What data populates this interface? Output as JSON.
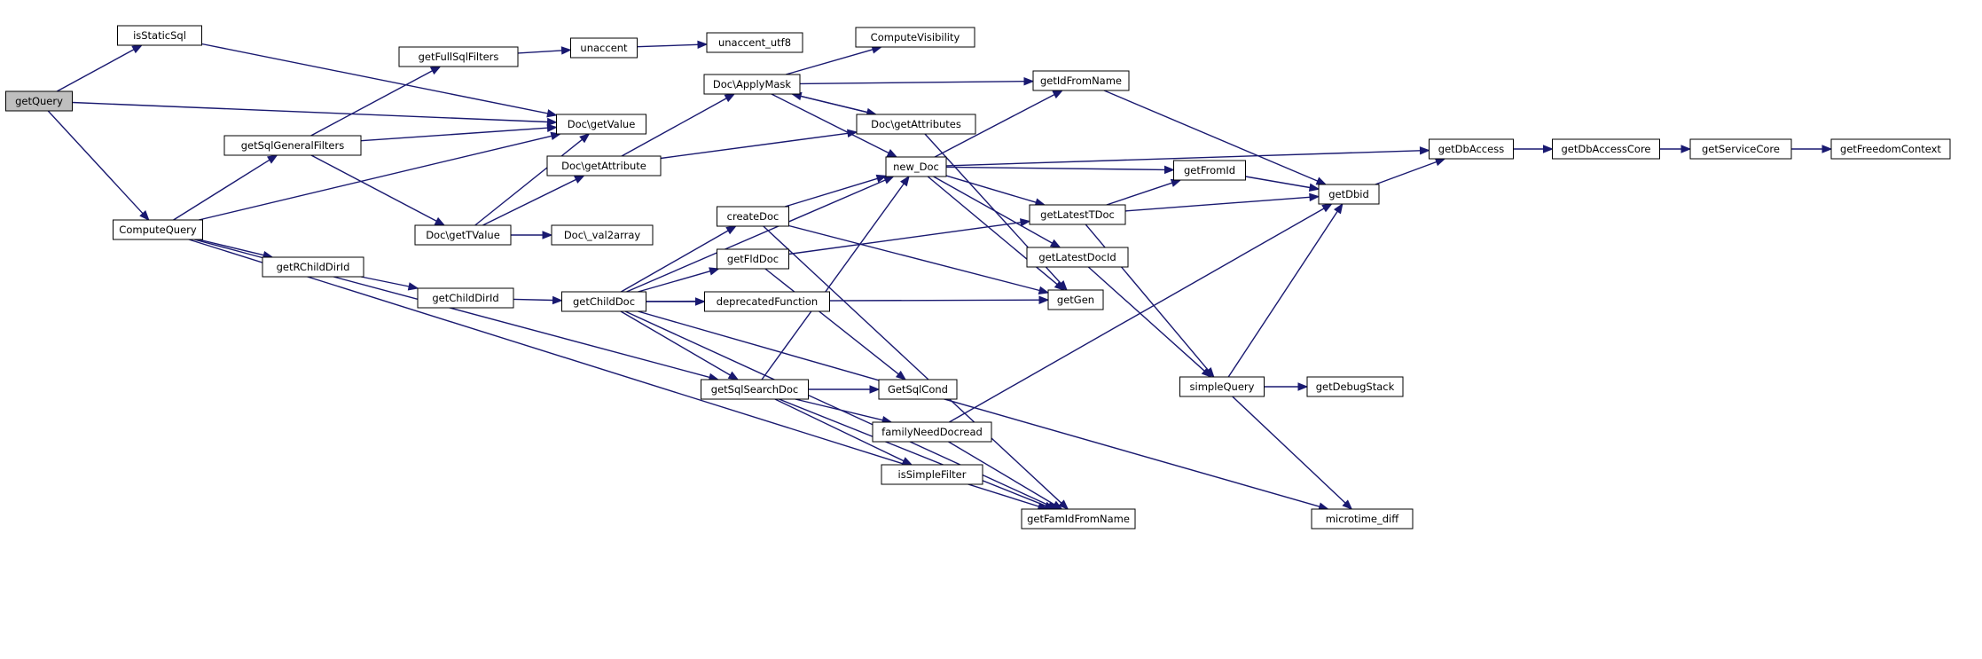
{
  "graph": {
    "root": "getQuery",
    "colors": {
      "edge": "#191970",
      "node_border": "#000000",
      "node_fill": "#ffffff",
      "root_fill": "#bfbfbf"
    },
    "nodes": [
      {
        "id": "getQuery",
        "label": "getQuery"
      },
      {
        "id": "isStaticSql",
        "label": "isStaticSql"
      },
      {
        "id": "DocgetValue",
        "label": "Doc\\getValue"
      },
      {
        "id": "ComputeQuery",
        "label": "ComputeQuery"
      },
      {
        "id": "getFullSqlFilters",
        "label": "getFullSqlFilters"
      },
      {
        "id": "unaccent",
        "label": "unaccent"
      },
      {
        "id": "unaccent_utf8",
        "label": "unaccent_utf8"
      },
      {
        "id": "getSqlGeneralFilters",
        "label": "getSqlGeneralFilters"
      },
      {
        "id": "DocgetTValue",
        "label": "Doc\\getTValue"
      },
      {
        "id": "DocgetAttribute",
        "label": "Doc\\getAttribute"
      },
      {
        "id": "Doc_val2array",
        "label": "Doc\\_val2array"
      },
      {
        "id": "getRChildDirId",
        "label": "getRChildDirId"
      },
      {
        "id": "getChildDirId",
        "label": "getChildDirId"
      },
      {
        "id": "getChildDoc",
        "label": "getChildDoc"
      },
      {
        "id": "ComputeVisibility",
        "label": "ComputeVisibility"
      },
      {
        "id": "DocApplyMask",
        "label": "Doc\\ApplyMask"
      },
      {
        "id": "DocgetAttributes",
        "label": "Doc\\getAttributes"
      },
      {
        "id": "new_Doc",
        "label": "new_Doc"
      },
      {
        "id": "createDoc",
        "label": "createDoc"
      },
      {
        "id": "getFldDoc",
        "label": "getFldDoc"
      },
      {
        "id": "deprecatedFunction",
        "label": "deprecatedFunction"
      },
      {
        "id": "getSqlSearchDoc",
        "label": "getSqlSearchDoc"
      },
      {
        "id": "GetSqlCond",
        "label": "GetSqlCond"
      },
      {
        "id": "familyNeedDocread",
        "label": "familyNeedDocread"
      },
      {
        "id": "isSimpleFilter",
        "label": "isSimpleFilter"
      },
      {
        "id": "getIdFromName",
        "label": "getIdFromName"
      },
      {
        "id": "getFromId",
        "label": "getFromId"
      },
      {
        "id": "getLatestTDoc",
        "label": "getLatestTDoc"
      },
      {
        "id": "getLatestDocId",
        "label": "getLatestDocId"
      },
      {
        "id": "getGen",
        "label": "getGen"
      },
      {
        "id": "getFamIdFromName",
        "label": "getFamIdFromName"
      },
      {
        "id": "simpleQuery",
        "label": "simpleQuery"
      },
      {
        "id": "getDebugStack",
        "label": "getDebugStack"
      },
      {
        "id": "microtime_diff",
        "label": "microtime_diff"
      },
      {
        "id": "getDbid",
        "label": "getDbid"
      },
      {
        "id": "getDbAccess",
        "label": "getDbAccess"
      },
      {
        "id": "getDbAccessCore",
        "label": "getDbAccessCore"
      },
      {
        "id": "getServiceCore",
        "label": "getServiceCore"
      },
      {
        "id": "getFreedomContext",
        "label": "getFreedomContext"
      }
    ],
    "edges": [
      [
        "getQuery",
        "isStaticSql"
      ],
      [
        "getQuery",
        "DocgetValue"
      ],
      [
        "getQuery",
        "ComputeQuery"
      ],
      [
        "isStaticSql",
        "DocgetValue"
      ],
      [
        "ComputeQuery",
        "getSqlGeneralFilters"
      ],
      [
        "ComputeQuery",
        "DocgetValue"
      ],
      [
        "ComputeQuery",
        "getRChildDirId"
      ],
      [
        "ComputeQuery",
        "getSqlSearchDoc"
      ],
      [
        "ComputeQuery",
        "getFamIdFromName"
      ],
      [
        "getSqlGeneralFilters",
        "getFullSqlFilters"
      ],
      [
        "getSqlGeneralFilters",
        "DocgetValue"
      ],
      [
        "getSqlGeneralFilters",
        "DocgetTValue"
      ],
      [
        "getFullSqlFilters",
        "unaccent"
      ],
      [
        "unaccent",
        "unaccent_utf8"
      ],
      [
        "DocgetTValue",
        "DocgetValue"
      ],
      [
        "DocgetTValue",
        "DocgetAttribute"
      ],
      [
        "DocgetTValue",
        "Doc_val2array"
      ],
      [
        "DocgetAttribute",
        "DocApplyMask"
      ],
      [
        "DocgetAttribute",
        "DocgetAttributes"
      ],
      [
        "getRChildDirId",
        "getChildDirId"
      ],
      [
        "getChildDirId",
        "getChildDoc"
      ],
      [
        "getChildDoc",
        "new_Doc"
      ],
      [
        "getChildDoc",
        "createDoc"
      ],
      [
        "getChildDoc",
        "getFldDoc"
      ],
      [
        "getChildDoc",
        "deprecatedFunction"
      ],
      [
        "getChildDoc",
        "getGen"
      ],
      [
        "getChildDoc",
        "getSqlSearchDoc"
      ],
      [
        "getChildDoc",
        "getFamIdFromName"
      ],
      [
        "getChildDoc",
        "microtime_diff"
      ],
      [
        "DocApplyMask",
        "ComputeVisibility"
      ],
      [
        "DocApplyMask",
        "getIdFromName"
      ],
      [
        "DocApplyMask",
        "DocgetAttributes"
      ],
      [
        "DocApplyMask",
        "new_Doc"
      ],
      [
        "DocgetAttributes",
        "DocApplyMask"
      ],
      [
        "DocgetAttributes",
        "getGen"
      ],
      [
        "new_Doc",
        "getIdFromName"
      ],
      [
        "new_Doc",
        "getDbAccess"
      ],
      [
        "new_Doc",
        "getFromId"
      ],
      [
        "new_Doc",
        "getLatestTDoc"
      ],
      [
        "new_Doc",
        "getLatestDocId"
      ],
      [
        "new_Doc",
        "getGen"
      ],
      [
        "createDoc",
        "new_Doc"
      ],
      [
        "createDoc",
        "getGen"
      ],
      [
        "createDoc",
        "getFamIdFromName"
      ],
      [
        "getFldDoc",
        "getLatestTDoc"
      ],
      [
        "getFldDoc",
        "GetSqlCond"
      ],
      [
        "getSqlSearchDoc",
        "new_Doc"
      ],
      [
        "getSqlSearchDoc",
        "GetSqlCond"
      ],
      [
        "getSqlSearchDoc",
        "familyNeedDocread"
      ],
      [
        "getSqlSearchDoc",
        "isSimpleFilter"
      ],
      [
        "getSqlSearchDoc",
        "getFamIdFromName"
      ],
      [
        "familyNeedDocread",
        "getDbid"
      ],
      [
        "familyNeedDocread",
        "getFamIdFromName"
      ],
      [
        "getIdFromName",
        "getDbid"
      ],
      [
        "getFromId",
        "getDbid"
      ],
      [
        "getLatestTDoc",
        "getFromId"
      ],
      [
        "getLatestTDoc",
        "getDbid"
      ],
      [
        "getLatestTDoc",
        "simpleQuery"
      ],
      [
        "getLatestDocId",
        "simpleQuery"
      ],
      [
        "simpleQuery",
        "getDbid"
      ],
      [
        "simpleQuery",
        "getDebugStack"
      ],
      [
        "simpleQuery",
        "microtime_diff"
      ],
      [
        "getDbid",
        "getDbAccess"
      ],
      [
        "getDbAccess",
        "getDbAccessCore"
      ],
      [
        "getDbAccessCore",
        "getServiceCore"
      ],
      [
        "getServiceCore",
        "getFreedomContext"
      ]
    ]
  }
}
